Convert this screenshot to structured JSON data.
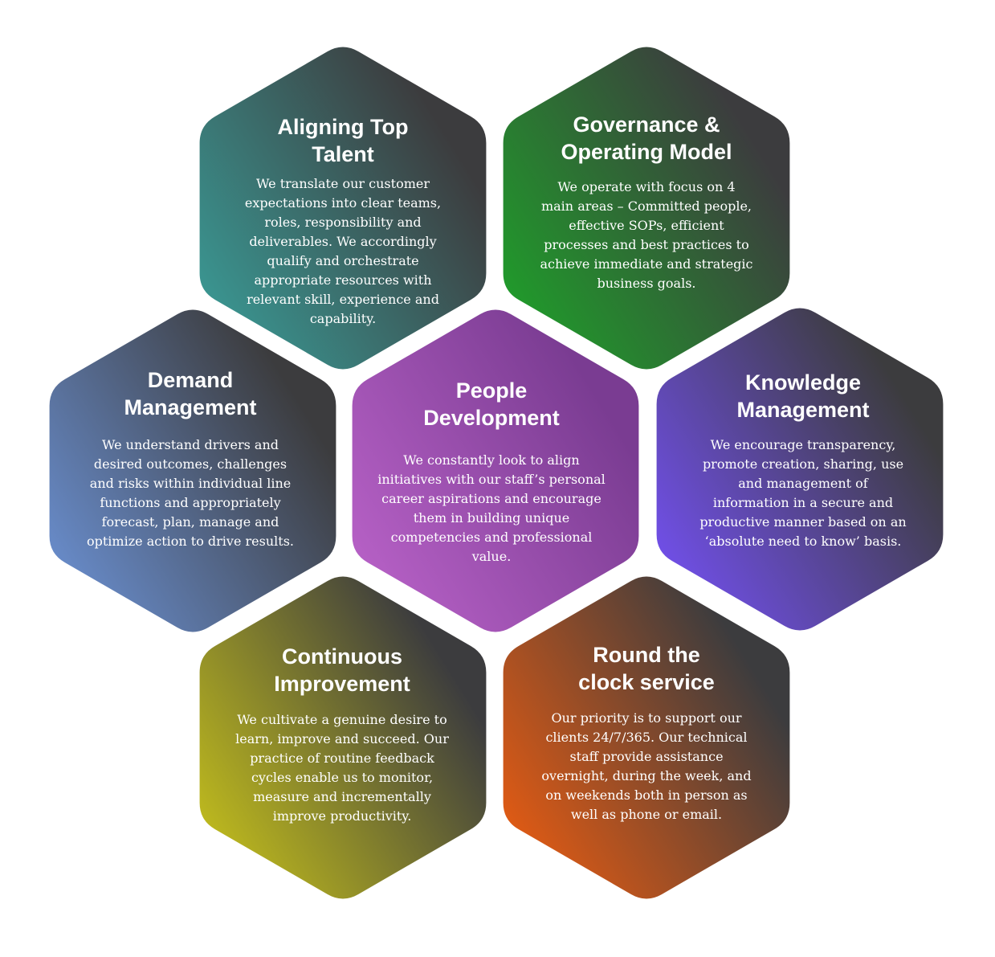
{
  "hexagons": [
    {
      "id": "aligning",
      "title": "Aligning Top\nTalent",
      "description": "We translate our customer\nexpectations into clear teams,\nroles, responsibility and\ndeliverables. We accordingly\nqualify and orchestrate\nappropriate resources with\nrelevant skill, experience and\ncapability.",
      "gradient": [
        "#3a9a95",
        "#3c3c3e"
      ]
    },
    {
      "id": "governance",
      "title": "Governance &\nOperating Model",
      "description": "We operate with focus on 4\nmain areas – Committed people,\neffective SOPs, efficient\nprocesses and best practices to\nachieve immediate and strategic\nbusiness goals.",
      "gradient": [
        "#1f9f2a",
        "#3c3c3e"
      ]
    },
    {
      "id": "demand",
      "title": "Demand\nManagement",
      "description": "We understand drivers and\ndesired outcomes, challenges\nand risks within individual line\nfunctions and appropriately\nforecast, plan, manage and\noptimize action to drive results.",
      "gradient": [
        "#6a8fd0",
        "#3c3c3e"
      ]
    },
    {
      "id": "people",
      "title": "People\nDevelopment",
      "description": "We constantly look to align\ninitiatives with our staff’s personal\ncareer aspirations and encourage\nthem in building unique\ncompetencies and professional\nvalue.",
      "gradient": [
        "#b962c8",
        "#7a3c92"
      ]
    },
    {
      "id": "knowledge",
      "title": "Knowledge\nManagement",
      "description": "We encourage transparency,\npromote creation, sharing, use\nand management of\ninformation in a secure and\nproductive manner based on an\n‘absolute need to know’ basis.",
      "gradient": [
        "#7350f0",
        "#3c3c3e"
      ]
    },
    {
      "id": "continuous",
      "title": "Continuous\nImprovement",
      "description": "We cultivate a genuine desire to\nlearn, improve and succeed. Our\npractice of routine feedback\ncycles enable us to monitor,\nmeasure and incrementally\nimprove productivity.",
      "gradient": [
        "#c4bf1c",
        "#3c3c3e"
      ]
    },
    {
      "id": "roundclock",
      "title": "Round the\nclock service",
      "description": "Our priority is to support our\nclients 24/7/365. Our technical\nstaff provide assistance\novernight, during the week, and\non weekends both in person as\nwell as phone or email.",
      "gradient": [
        "#e85c12",
        "#3c3c3e"
      ]
    }
  ]
}
